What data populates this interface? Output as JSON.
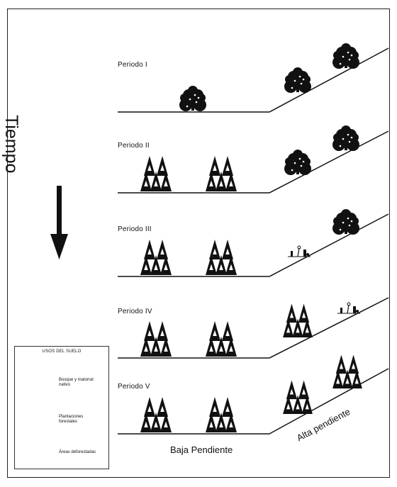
{
  "figure": {
    "periods": [
      "Periodo I",
      "Periodo II",
      "Periodo III",
      "Periodo IV",
      "Periodo V"
    ],
    "axis_label": "Tiempo",
    "low_slope_label": "Baja Pendiente",
    "high_slope_label": "Alta pendiente"
  },
  "legend": {
    "title": "USOS DEL SUELO",
    "items": [
      {
        "label": "Bosque y matorral nativo",
        "icon": "broadleaf-tree-icon"
      },
      {
        "label": "Plantaciones forestales",
        "icon": "conifer-plantation-icon"
      },
      {
        "label": "Áreas deforestadas",
        "icon": "cleared-land-icon"
      }
    ]
  },
  "colors": {
    "ink": "#111111",
    "background": "#ffffff"
  }
}
